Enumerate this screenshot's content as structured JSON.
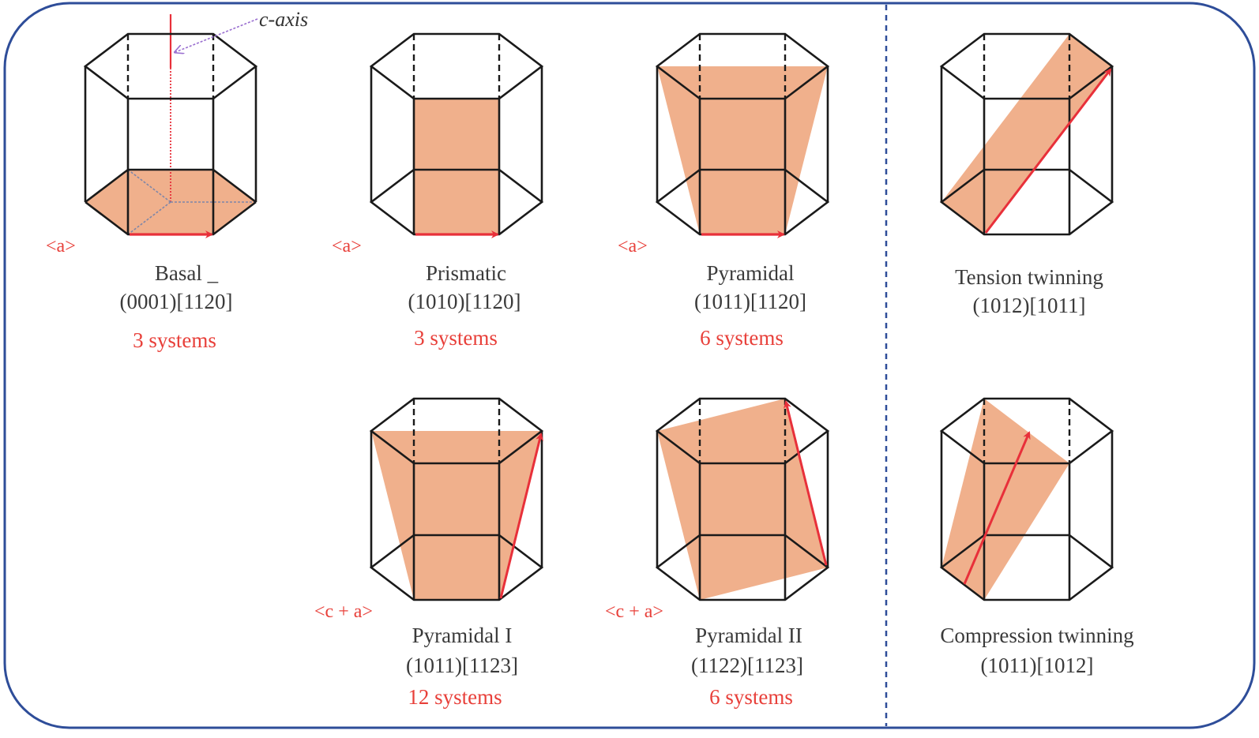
{
  "colors": {
    "frame": "#2e4d99",
    "edge": "#1a1a1a",
    "plane": "#f0b08c",
    "vector": "#e8303a",
    "label_red": "#e8403a",
    "text": "#3a3a3a",
    "axis_arrow": "#9a6fd0"
  },
  "annotations": {
    "c_axis": "c-axis"
  },
  "systems": [
    {
      "id": "basal",
      "name": "Basal _",
      "indices": "(0001)[1120]",
      "count": "3 systems",
      "direction": "<a>"
    },
    {
      "id": "prismatic",
      "name": "Prismatic",
      "indices": "(1010)[1120]",
      "count": "3 systems",
      "direction": "<a>"
    },
    {
      "id": "pyramidal",
      "name": "Pyramidal",
      "indices": "(1011)[1120]",
      "count": "6 systems",
      "direction": "<a>"
    },
    {
      "id": "tension",
      "name": "Tension twinning",
      "indices": "(1012)[1011]",
      "count": "",
      "direction": ""
    },
    {
      "id": "pyramidal1",
      "name": "Pyramidal I",
      "indices": "(1011)[1123]",
      "count": "12 systems",
      "direction": "<c + a>"
    },
    {
      "id": "pyramidal2",
      "name": "Pyramidal II",
      "indices": "(1122)[1123]",
      "count": "6 systems",
      "direction": "<c + a>"
    },
    {
      "id": "compression",
      "name": "Compression twinning",
      "indices": "(1011)[1012]",
      "count": "",
      "direction": ""
    }
  ]
}
